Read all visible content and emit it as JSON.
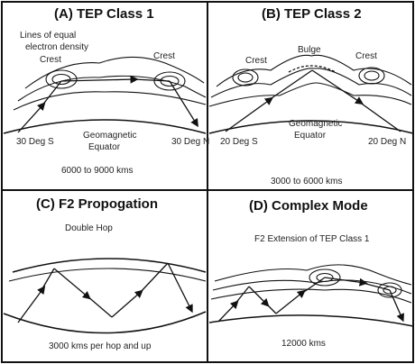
{
  "panels": [
    {
      "id": "A",
      "title": "(A) TEP Class 1",
      "labels": {
        "lines_of_density_1": "Lines of equal",
        "lines_of_density_2": "electron density",
        "crest_left": "Crest",
        "crest_right": "Crest",
        "geomagnetic_1": "Geomagnetic",
        "geomagnetic_2": "Equator",
        "lat_left": "30 Deg S",
        "lat_right": "30 Deg N",
        "distance": "6000 to 9000 kms"
      }
    },
    {
      "id": "B",
      "title": "(B) TEP Class 2",
      "labels": {
        "bulge": "Bulge",
        "crest_left": "Crest",
        "crest_right": "Crest",
        "geomagnetic_1": "Geomagnetic",
        "geomagnetic_2": "Equator",
        "lat_left": "20 Deg S",
        "lat_right": "20 Deg N",
        "distance": "3000 to 6000 kms"
      }
    },
    {
      "id": "C",
      "title": "(C) F2 Propogation",
      "labels": {
        "mode": "Double Hop",
        "distance": "3000 kms per hop and up"
      }
    },
    {
      "id": "D",
      "title": "(D) Complex Mode",
      "labels": {
        "mode": "F2 Extension of TEP Class 1",
        "distance": "12000 kms"
      }
    }
  ]
}
